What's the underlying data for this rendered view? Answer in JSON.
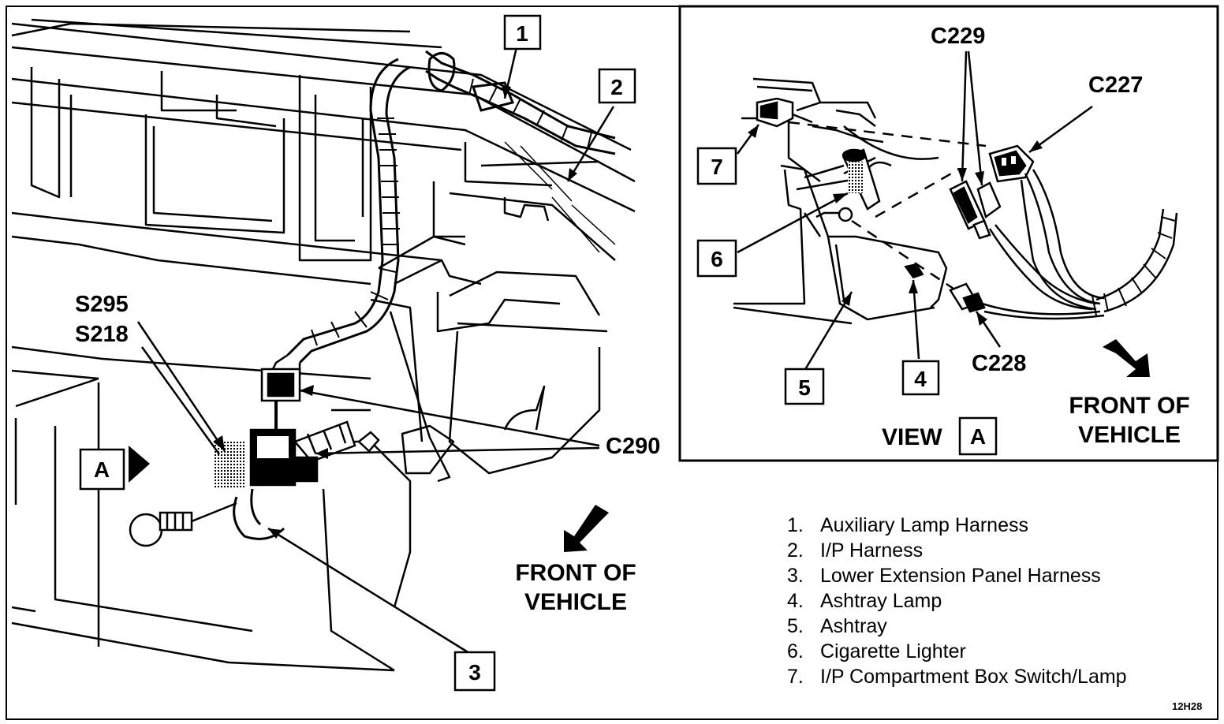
{
  "main_view": {
    "splices": [
      "S295",
      "S218"
    ],
    "connector_c290": "C290",
    "view_ref": "A",
    "front_line1": "FRONT OF",
    "front_line2": "VEHICLE",
    "callouts": [
      "1",
      "2",
      "3"
    ]
  },
  "inset_view": {
    "connectors": {
      "c229": "C229",
      "c227": "C227",
      "c228": "C228"
    },
    "callouts": [
      "4",
      "5",
      "6",
      "7"
    ],
    "view_label": "VIEW",
    "view_ref": "A",
    "front_line1": "FRONT OF",
    "front_line2": "VEHICLE"
  },
  "legend": [
    {
      "num": "1.",
      "text": "Auxiliary Lamp Harness"
    },
    {
      "num": "2.",
      "text": "I/P Harness"
    },
    {
      "num": "3.",
      "text": "Lower Extension Panel Harness"
    },
    {
      "num": "4.",
      "text": "Ashtray Lamp"
    },
    {
      "num": "5.",
      "text": "Ashtray"
    },
    {
      "num": "6.",
      "text": "Cigarette Lighter"
    },
    {
      "num": "7.",
      "text": "I/P Compartment Box Switch/Lamp"
    }
  ],
  "figure_code": "12H28"
}
